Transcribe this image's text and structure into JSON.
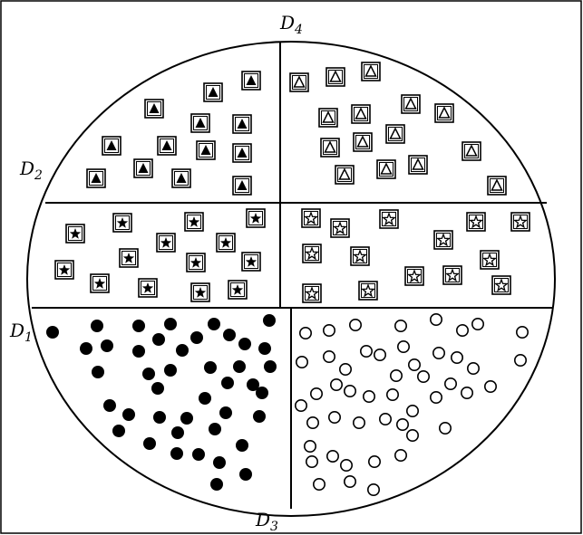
{
  "labels": {
    "d1": {
      "base": "D",
      "sub": "1"
    },
    "d2": {
      "base": "D",
      "sub": "2"
    },
    "d3": {
      "base": "D",
      "sub": "3"
    },
    "d4": {
      "base": "D",
      "sub": "4"
    }
  },
  "colors": {
    "stroke": "#000000",
    "fill_dark": "#000000",
    "fill_light": "#ffffff",
    "background": "#ffffff"
  },
  "regions": [
    {
      "name": "upper-left",
      "marker": "boxed-filled-triangle"
    },
    {
      "name": "upper-right",
      "marker": "boxed-open-triangle"
    },
    {
      "name": "mid-left",
      "marker": "boxed-filled-star"
    },
    {
      "name": "mid-right",
      "marker": "boxed-open-star"
    },
    {
      "name": "lower-left",
      "marker": "filled-circle"
    },
    {
      "name": "lower-right",
      "marker": "open-circle"
    }
  ]
}
